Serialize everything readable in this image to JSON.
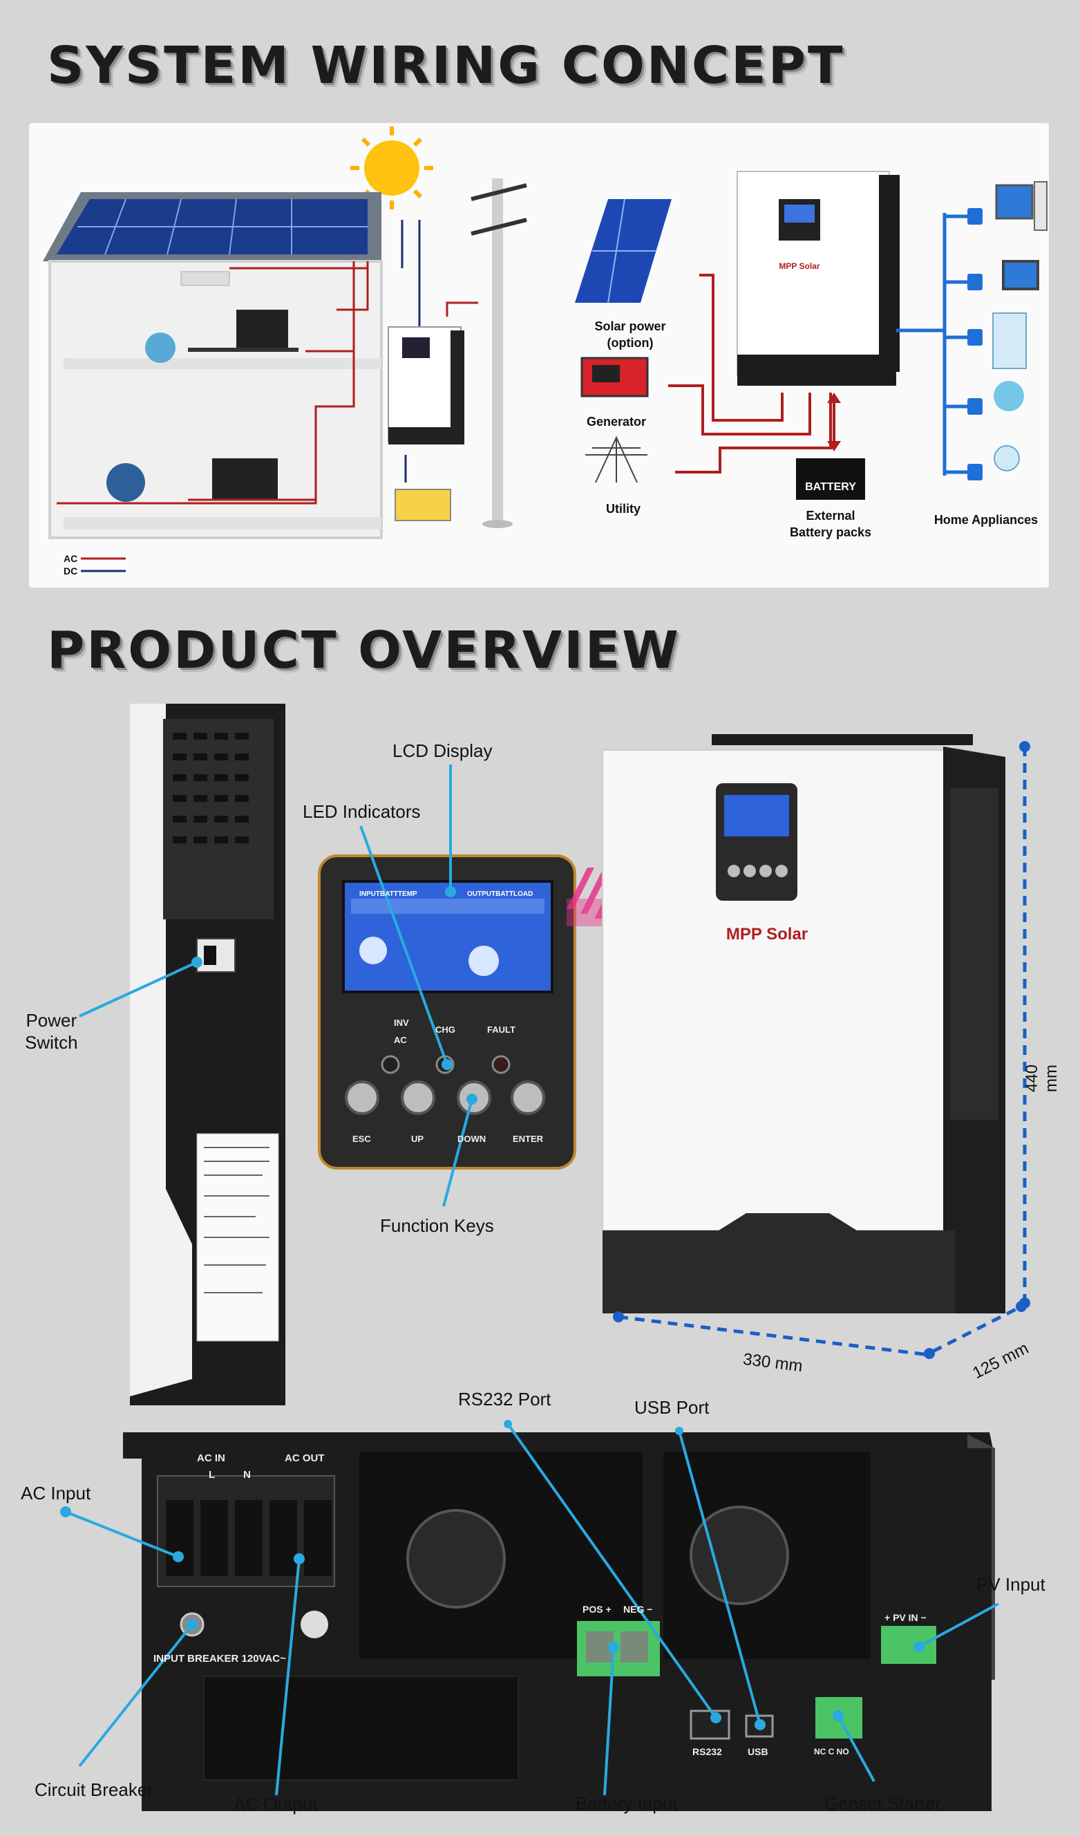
{
  "headings": {
    "wiring": "SYSTEM WIRING CONCEPT",
    "overview": "PRODUCT OVERVIEW"
  },
  "wiring_diagram": {
    "legend": {
      "ac": "AC",
      "dc": "DC"
    },
    "sources": {
      "solar": "Solar power\n(option)",
      "generator": "Generator",
      "utility": "Utility"
    },
    "battery_box": "BATTERY",
    "battery_caption": "External\nBattery packs",
    "appliances": "Home Appliances",
    "brand": "MPP Solar",
    "colors": {
      "ac": "#b01e1e",
      "dc": "#1a2f6e",
      "appliance_link": "#1e6fd6"
    }
  },
  "overview": {
    "callouts": {
      "lcd": "LCD Display",
      "led": "LED Indicators",
      "power": "Power\nSwitch",
      "keys": "Function Keys",
      "rs232": "RS232 Port",
      "usb": "USB Port",
      "ac_input": "AC Input",
      "pv_input": "PV Input",
      "circuit_breaker": "Circuit Breaker",
      "ac_output": "AC Output",
      "battery_input": "Battery Input",
      "genset": "Genset Starter"
    },
    "dimensions": {
      "height": "440 mm",
      "width": "330 mm",
      "depth": "125 mm"
    },
    "panel_labels": {
      "inv": "INV",
      "ac": "AC",
      "chg": "CHG",
      "fault": "FAULT",
      "esc": "ESC",
      "up": "UP",
      "down": "DOWN",
      "enter": "ENTER",
      "input": "INPUTBATTTEMP",
      "output": "OUTPUTBATTLOAD"
    },
    "rear_labels": {
      "ac_in": "AC IN",
      "ac_out": "AC OUT",
      "l": "L",
      "n": "N",
      "breaker": "INPUT BREAKER 120VAC~",
      "pos": "POS +",
      "neg": "NEG −",
      "pv_in": "+ PV IN −",
      "rs232": "RS232",
      "usb": "USB",
      "nc": "NC C NO"
    },
    "brand": "MPP Solar",
    "colors": {
      "callout_line": "#2aa9e0",
      "dimension": "#1a5fc7",
      "terminal": "#4cc466"
    }
  }
}
